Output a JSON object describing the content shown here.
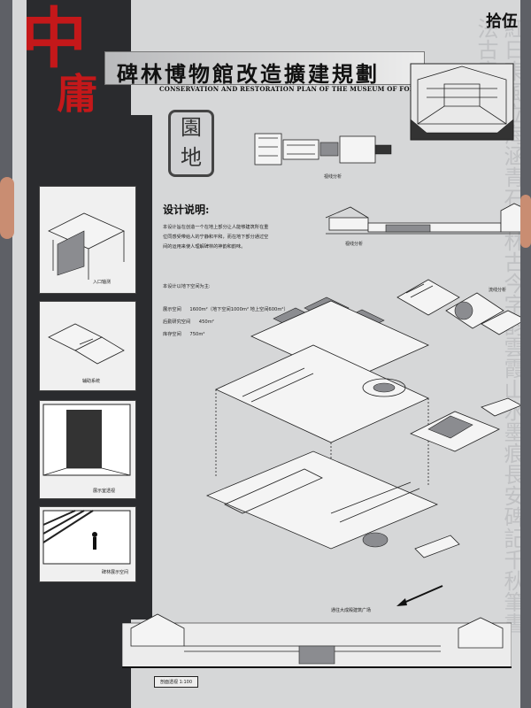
{
  "sheet_number": "拾伍",
  "logo": {
    "line1": "中",
    "line2": "庸"
  },
  "seal": {
    "line1": "園",
    "line2": "地"
  },
  "title": {
    "cn": "碑林博物館改造擴建規劃",
    "en": "CONSERVATION AND RESTORATION PLAN OF THE MUSEUM OF FOREST OF STELES"
  },
  "design_notes": {
    "heading": "设计说明:",
    "paragraph": "本设计旨在创造一个在地上部分让人能够建筑所在重位同感受带给人的宁静和平和，而在地下部分通过空间的运用来使人理解碑林的神韵和韵味。",
    "area_intro": "本设计以地下空间为主:",
    "areas": [
      {
        "label": "展示空间",
        "value": "1600m²（地下空间1000m² 地上空间600m²）"
      },
      {
        "label": "后勤研究空间",
        "value": "450m²"
      },
      {
        "label": "库存空间",
        "value": "750m²"
      }
    ]
  },
  "captions": {
    "panel1": "入口轴测",
    "panel2": "辅助系统",
    "panel3": "展示室透视",
    "panel4": "碑林展示空间",
    "plan_top": "视线分析",
    "section_mid": "视线分析",
    "right_mid": "流线分析",
    "entrance": "通往大成殿建筑广场",
    "bottom": "剖面透视  1:100"
  },
  "background_text": "紅日東風立海涵青石碑林古今字韵雲霞山水墨痕長安碑記千秋筆書法古意"
}
